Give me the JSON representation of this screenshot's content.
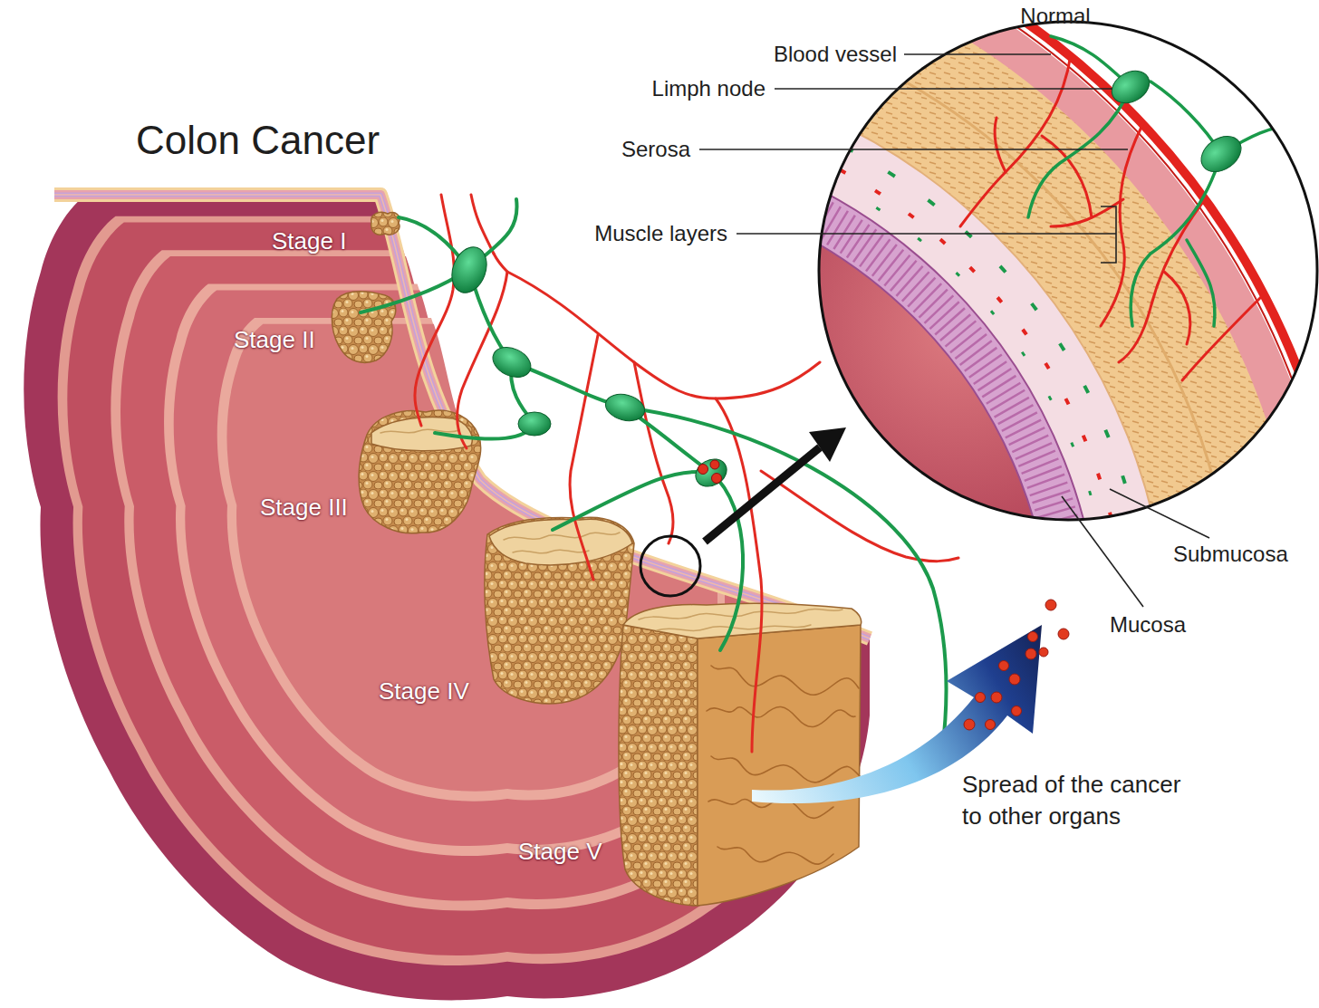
{
  "diagram": {
    "title": "Colon Cancer",
    "labels": [
      "Normal",
      "Blood vessel",
      "Limph node",
      "Serosa",
      "Muscle layers",
      "Stage I",
      "Stage II",
      "Stage III",
      "Stage IV",
      "Stage V",
      "Submucosa",
      "Mucosa",
      "Spread of the cancer to other organs"
    ]
  }
}
